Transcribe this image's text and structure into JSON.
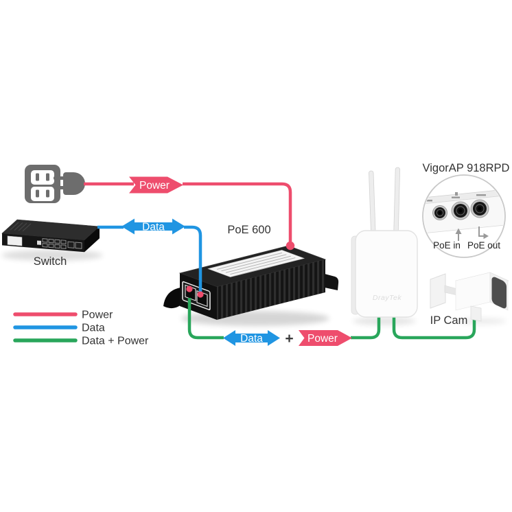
{
  "diagram": {
    "labels": {
      "switch": "Switch",
      "injector": "PoE 600",
      "access_point": "VigorAP 918RPD",
      "ip_cam": "IP Cam",
      "poe_in": "PoE in",
      "poe_out": "PoE out",
      "ap_brand": "DrayTek"
    },
    "flow": {
      "top_power": "Power",
      "top_data": "Data",
      "bottom_data": "Data",
      "bottom_power": "Power",
      "plus": "+"
    },
    "legend": [
      {
        "label": "Power",
        "color": "#ee4d6d"
      },
      {
        "label": "Data",
        "color": "#2095e2"
      },
      {
        "label": "Data + Power",
        "color": "#29a65b"
      }
    ],
    "colors": {
      "power": "#ee4d6d",
      "data": "#2095e2",
      "data_power": "#29a65b"
    }
  }
}
